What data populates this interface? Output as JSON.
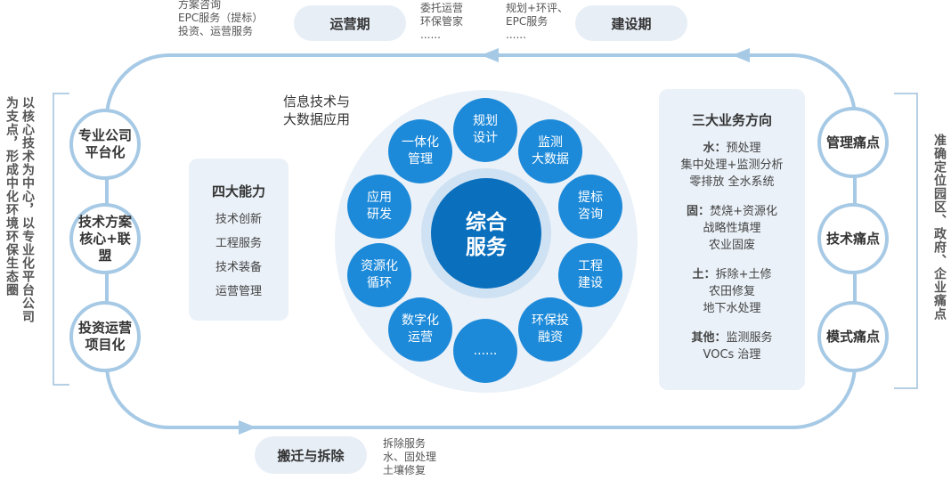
{
  "top": {
    "pill_operation": "运营期",
    "pill_construction": "建设期",
    "note_left": [
      "方案咨询",
      "EPC服务（提标）",
      "投资、运营服务"
    ],
    "note_mid": [
      "委托运营",
      "环保管家",
      "......"
    ],
    "note_right": [
      "规划+环评、",
      "EPC服务",
      "......"
    ]
  },
  "bottom": {
    "pill_relocation": "搬迁与拆除",
    "note": [
      "拆除服务",
      "水、固处理",
      "土壤修复"
    ]
  },
  "left_nodes": [
    {
      "l1": "专业公司",
      "l2": "平台化"
    },
    {
      "l1": "技术方案",
      "l2": "核心+联盟"
    },
    {
      "l1": "投资运营",
      "l2": "项目化"
    }
  ],
  "right_nodes": [
    "管理痛点",
    "技术痛点",
    "模式痛点"
  ],
  "left_vertical": [
    "以核心技术为中心，以专业化平台公司",
    "为支点，形成中化环境环保生态圈"
  ],
  "right_vertical": [
    "准确定位园区、政府、企业痛点"
  ],
  "four_abilities": {
    "title": "四大能力",
    "items": [
      "技术创新",
      "工程服务",
      "技术装备",
      "运营管理"
    ]
  },
  "info_tech": [
    "信息技术与",
    "大数据应用"
  ],
  "center": {
    "l1": "综合",
    "l2": "服务"
  },
  "ring": [
    {
      "l1": "规划",
      "l2": "设计"
    },
    {
      "l1": "监测",
      "l2": "大数据"
    },
    {
      "l1": "提标",
      "l2": "咨询"
    },
    {
      "l1": "工程",
      "l2": "建设"
    },
    {
      "l1": "环保投",
      "l2": "融资"
    },
    {
      "l1": "......",
      "l2": ""
    },
    {
      "l1": "数字化",
      "l2": "运营"
    },
    {
      "l1": "资源化",
      "l2": "循环"
    },
    {
      "l1": "应用",
      "l2": "研发"
    },
    {
      "l1": "一体化",
      "l2": "管理"
    }
  ],
  "three_directions": {
    "title": "三大业务方向",
    "water": {
      "head": "水",
      "lines": [
        "预处理",
        "集中处理+监测分析",
        "零排放  全水系统"
      ]
    },
    "solid": {
      "head": "固",
      "lines": [
        "焚烧+资源化",
        "战略性填埋",
        "农业固废"
      ]
    },
    "soil": {
      "head": "土",
      "lines": [
        "拆除+土修",
        "农田修复",
        "地下水处理"
      ]
    },
    "other": {
      "head": "其他",
      "lines": [
        "监测服务",
        "VOCs 治理"
      ]
    }
  },
  "colors": {
    "loop": "#a6c9e5",
    "ring_fill": "#1d8ad9",
    "center_fill": "#0a6fbd",
    "panel": "#eaf1f8"
  }
}
